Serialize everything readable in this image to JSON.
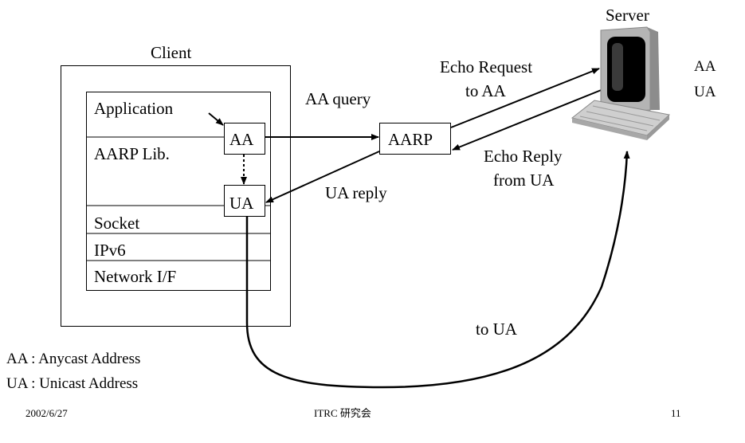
{
  "client": {
    "title": "Client",
    "layers": {
      "application": "Application",
      "aarp_lib": "AARP Lib.",
      "socket": "Socket",
      "ipv6": "IPv6",
      "network_if": "Network I/F"
    },
    "aa_box": "AA",
    "ua_box": "UA"
  },
  "aarp_box": "AARP",
  "server": {
    "title": "Server",
    "addresses": [
      "AA",
      "UA"
    ]
  },
  "arrows": {
    "aa_query": "AA query",
    "ua_reply": "UA reply",
    "echo_request": [
      "Echo Request",
      "to AA"
    ],
    "echo_reply": [
      "Echo Reply",
      "from UA"
    ],
    "to_ua": "to UA"
  },
  "legend": [
    "AA : Anycast Address",
    "UA : Unicast Address"
  ],
  "footer": {
    "date": "2002/6/27",
    "event": "ITRC 研究会",
    "page": "11"
  }
}
